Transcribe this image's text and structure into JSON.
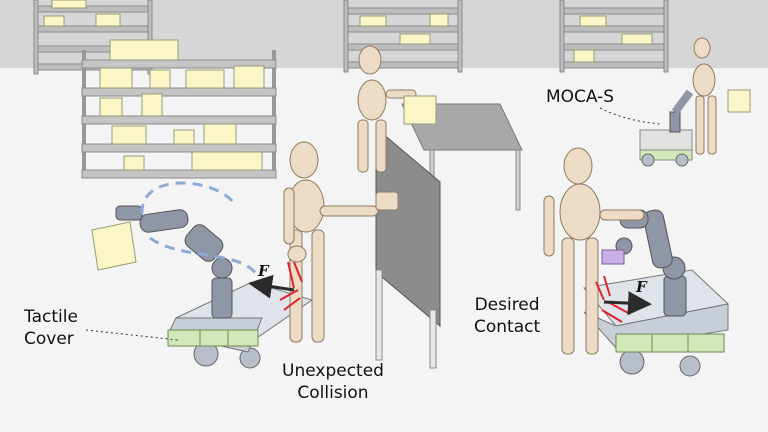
{
  "labels": {
    "tactile_cover": [
      "Tactile",
      "Cover"
    ],
    "unexpected_collision": [
      "Unexpected",
      "Collision"
    ],
    "desired_contact": [
      "Desired",
      "Contact"
    ],
    "moca_s": "MOCA-S",
    "force_left": "F",
    "force_right": "F"
  },
  "colors": {
    "wall": "#d6d6d6",
    "floor": "#f4f4f4",
    "box": "#fbf6c8",
    "shelf": "#a9a9a9",
    "tactile_cover": "#d2e8b8",
    "robot_arm": "#8f97a6",
    "mannequin": "#ecdcc6",
    "contact": "#e0242a",
    "path_dashed": "#8eaad6",
    "panel": "#8c8c8c"
  },
  "icons": [
    "shelf-icon",
    "mannequin-icon",
    "robot-arm-icon",
    "mobile-base-icon",
    "box-icon",
    "contact-lines-icon"
  ]
}
